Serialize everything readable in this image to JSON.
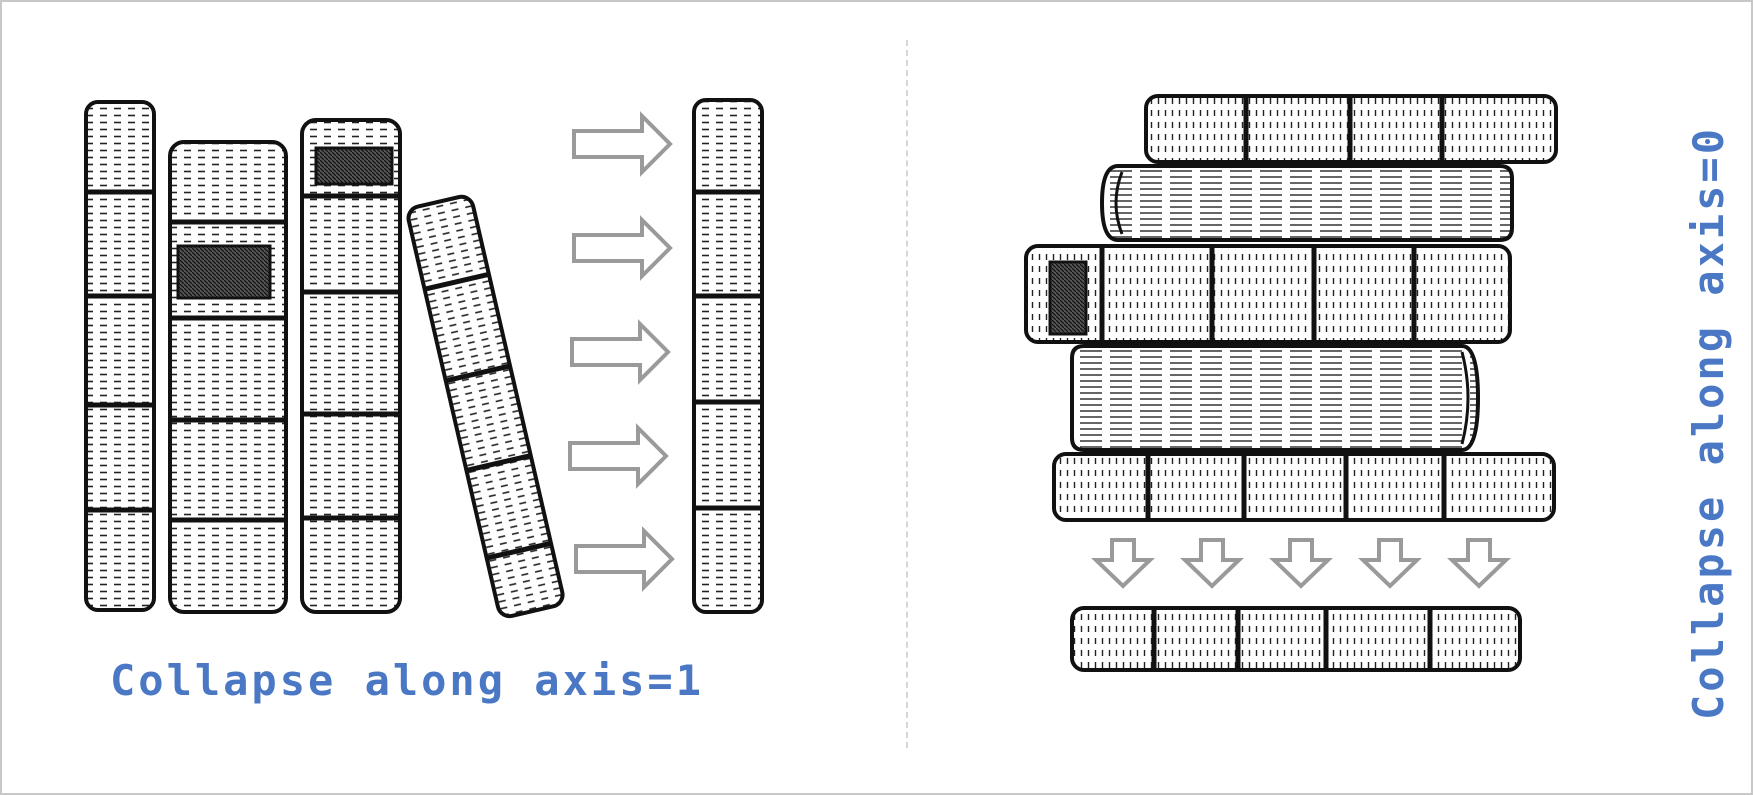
{
  "left_panel": {
    "caption": "Collapse along axis=1",
    "arrow_count": 5,
    "direction": "right"
  },
  "right_panel": {
    "caption": "Collapse along axis=0",
    "arrow_count": 5,
    "direction": "down"
  },
  "colors": {
    "caption": "#4a78c4",
    "arrow": "#9a9a9a",
    "ink": "#111111",
    "divider": "#d6d6d6",
    "border": "#c8c8c8"
  }
}
